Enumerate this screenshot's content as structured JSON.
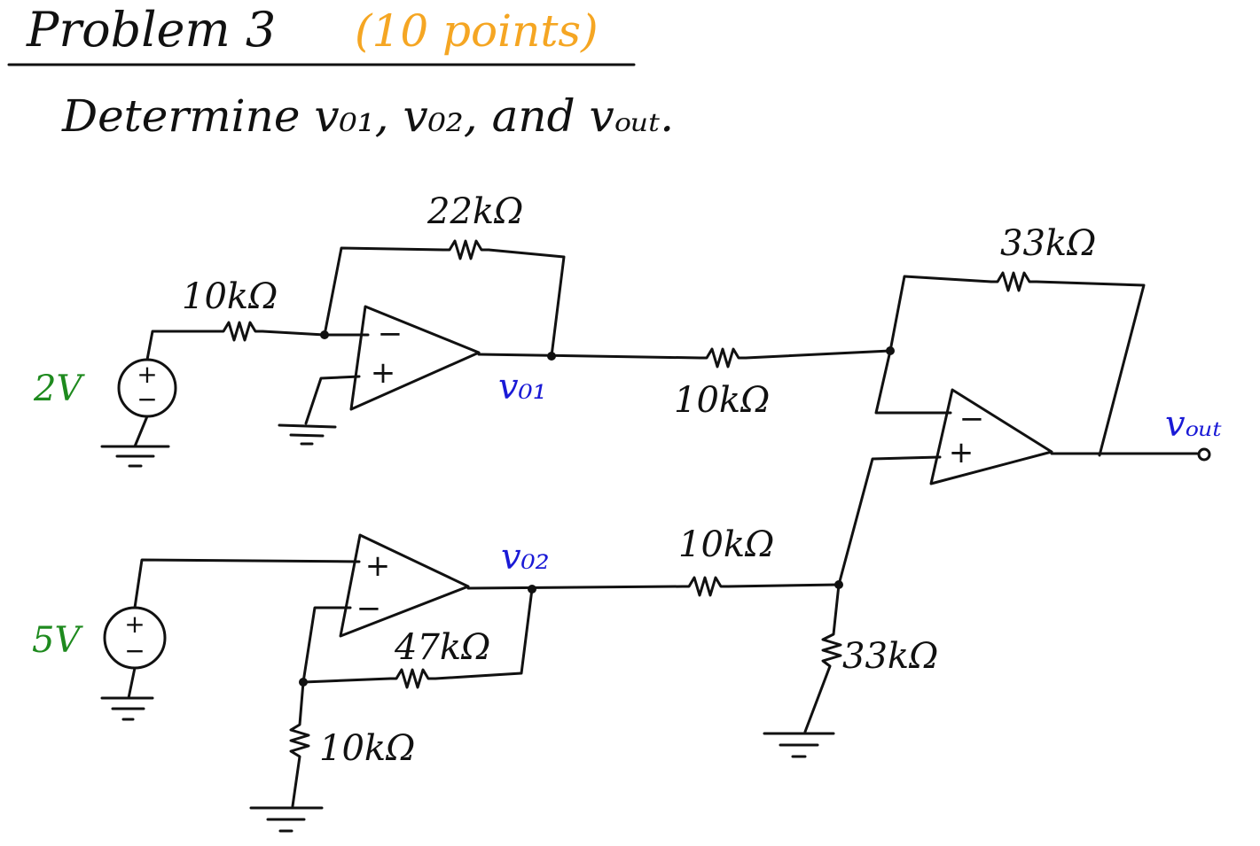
{
  "header": {
    "problem": "Problem 3",
    "points": "(10 points)",
    "instruction": "Determine v₀₁, v₀₂, and vₒᵤₜ."
  },
  "colors": {
    "ink": "#111111",
    "points": "#f5a623",
    "sources": "#1e8a1e",
    "nodes": "#1a1ad6"
  },
  "sources": {
    "v1": "2V",
    "v2": "5V"
  },
  "resistors": {
    "r_in1": "10kΩ",
    "r_f1": "22kΩ",
    "r_mid": "10kΩ",
    "r_f3": "33kΩ",
    "r_f2": "47kΩ",
    "r_g2": "10kΩ",
    "r_in3": "10kΩ",
    "r_g3": "33kΩ"
  },
  "nodes": {
    "vo1": "v₀₁",
    "vo2": "v₀₂",
    "vout": "vₒᵤₜ"
  },
  "opamp_signs": {
    "minus": "−",
    "plus": "+"
  },
  "source_signs": {
    "plus": "+",
    "minus": "−"
  }
}
